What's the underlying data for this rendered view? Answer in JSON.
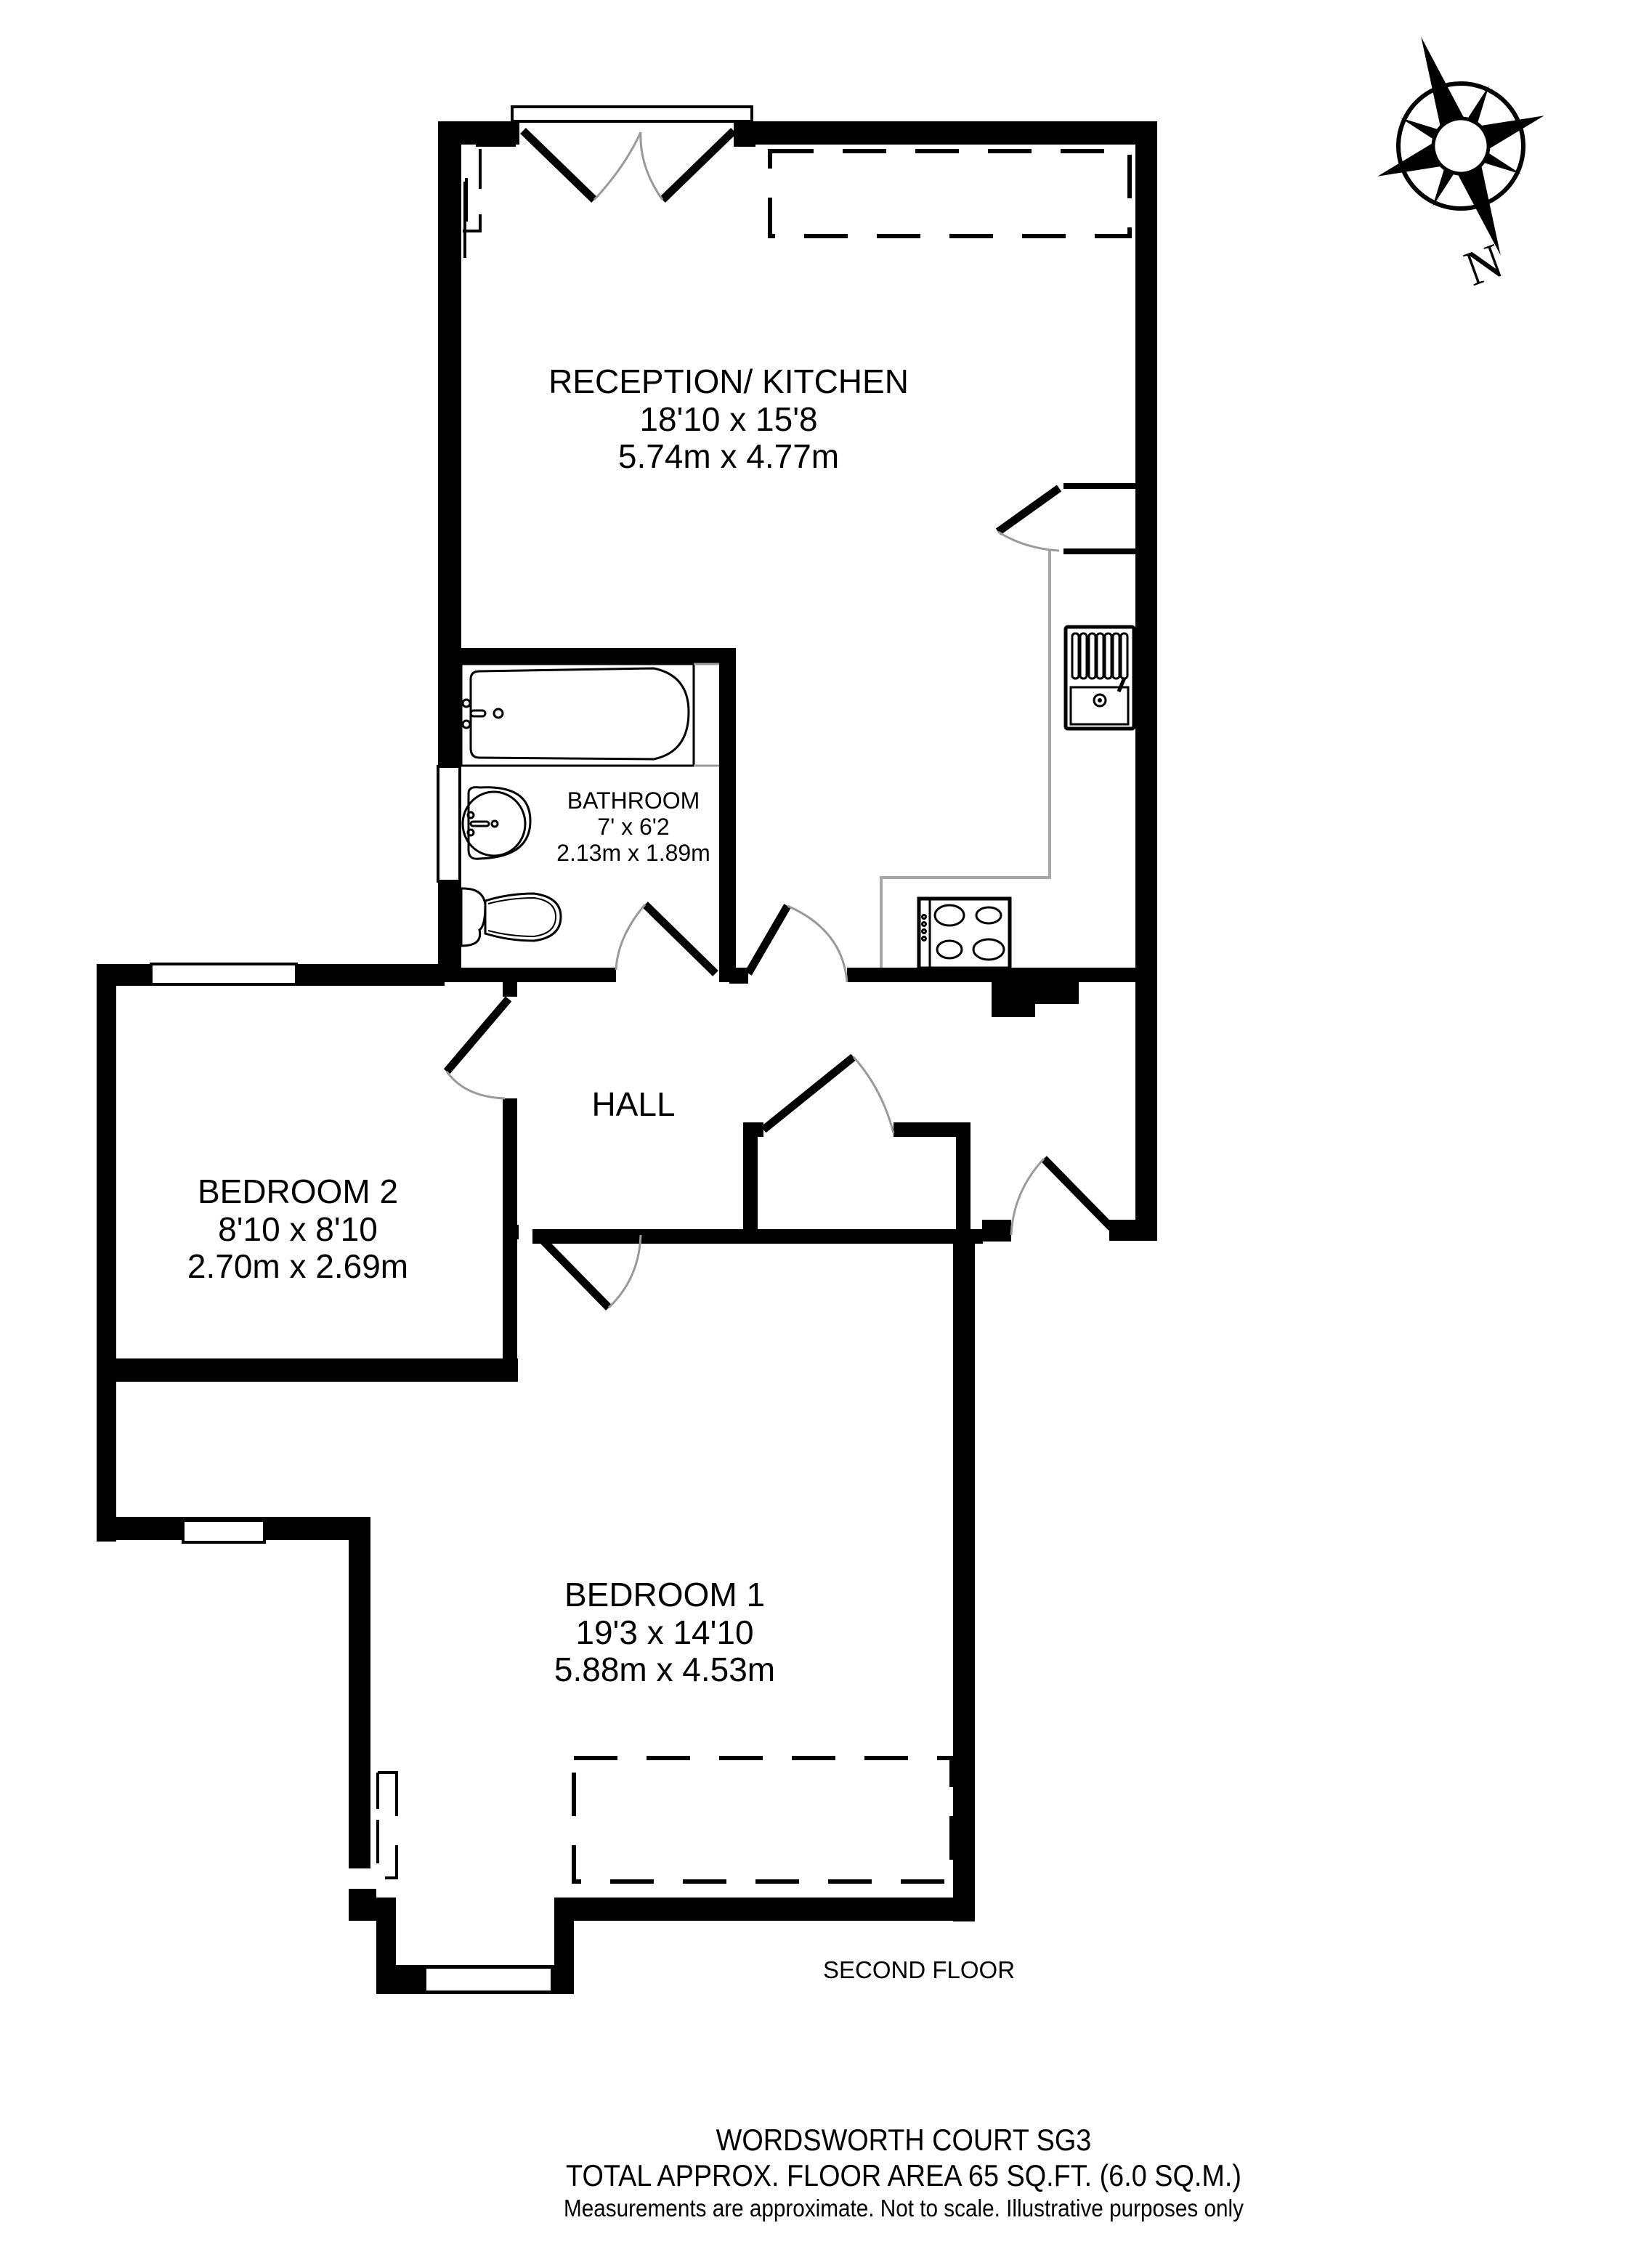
{
  "compass": {
    "icon": "compass-rose-icon",
    "north_label": "N"
  },
  "rooms": {
    "reception_kitchen": {
      "name": "RECEPTION/ KITCHEN",
      "imperial": "18'10 x 15'8",
      "metric": "5.74m x 4.77m"
    },
    "bathroom": {
      "name": "BATHROOM",
      "imperial": "7' x 6'2",
      "metric": "2.13m x 1.89m"
    },
    "hall": {
      "name": "HALL"
    },
    "bedroom_2": {
      "name": "BEDROOM 2",
      "imperial": "8'10 x 8'10",
      "metric": "2.70m x 2.69m"
    },
    "bedroom_1": {
      "name": "BEDROOM 1",
      "imperial": "19'3 x 14'10",
      "metric": "5.88m x 4.53m"
    }
  },
  "floor_label": "SECOND FLOOR",
  "footer": {
    "title": "WORDSWORTH COURT SG3",
    "area": "TOTAL APPROX. FLOOR AREA 65 SQ.FT. (6.0 SQ.M.)",
    "disclaimer": "Measurements are approximate.  Not to scale.  Illustrative purposes only"
  },
  "colors": {
    "wall": "#000000",
    "background": "#ffffff",
    "door_swing": "#9a9a9a",
    "counter": "#a8a8a8"
  }
}
